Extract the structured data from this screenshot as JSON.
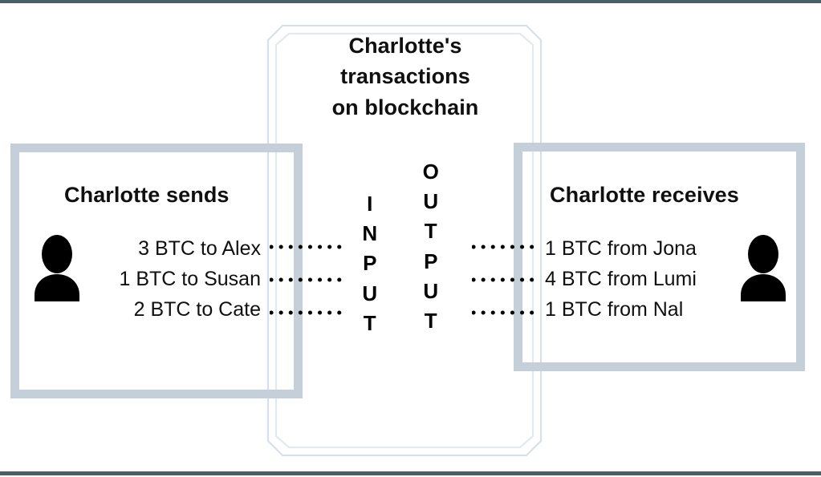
{
  "theme": {
    "frame_color": "#c5cfda",
    "rule_color": "#4a5f66",
    "text_color": "#101010",
    "background": "#ffffff",
    "outline_color": "#d8dfe8"
  },
  "center": {
    "title_lines": [
      "Charlotte's",
      "transactions",
      "on blockchain"
    ],
    "input_label": "INPUT",
    "output_label": "OUTPUT",
    "input_letters": [
      "I",
      "N",
      "P",
      "U",
      "T"
    ],
    "output_letters": [
      "O",
      "U",
      "T",
      "P",
      "U",
      "T"
    ]
  },
  "left_panel": {
    "title": "Charlotte sends",
    "avatar_icon": "person-icon",
    "transactions": [
      {
        "amount": "3",
        "currency": "BTC",
        "direction": "to",
        "party": "Alex",
        "text": "3 BTC to Alex"
      },
      {
        "amount": "1",
        "currency": "BTC",
        "direction": "to",
        "party": "Susan",
        "text": "1 BTC to Susan"
      },
      {
        "amount": "2",
        "currency": "BTC",
        "direction": "to",
        "party": "Cate",
        "text": "2 BTC to Cate"
      }
    ]
  },
  "right_panel": {
    "title": "Charlotte receives",
    "avatar_icon": "person-icon",
    "transactions": [
      {
        "amount": "1",
        "currency": "BTC",
        "direction": "from",
        "party": "Jona",
        "text": "1 BTC from Jona"
      },
      {
        "amount": "4",
        "currency": "BTC",
        "direction": "from",
        "party": "Lumi",
        "text": "4 BTC from Lumi"
      },
      {
        "amount": "1",
        "currency": "BTC",
        "direction": "from",
        "party": "Nal",
        "text": "1 BTC from Nal"
      }
    ]
  }
}
